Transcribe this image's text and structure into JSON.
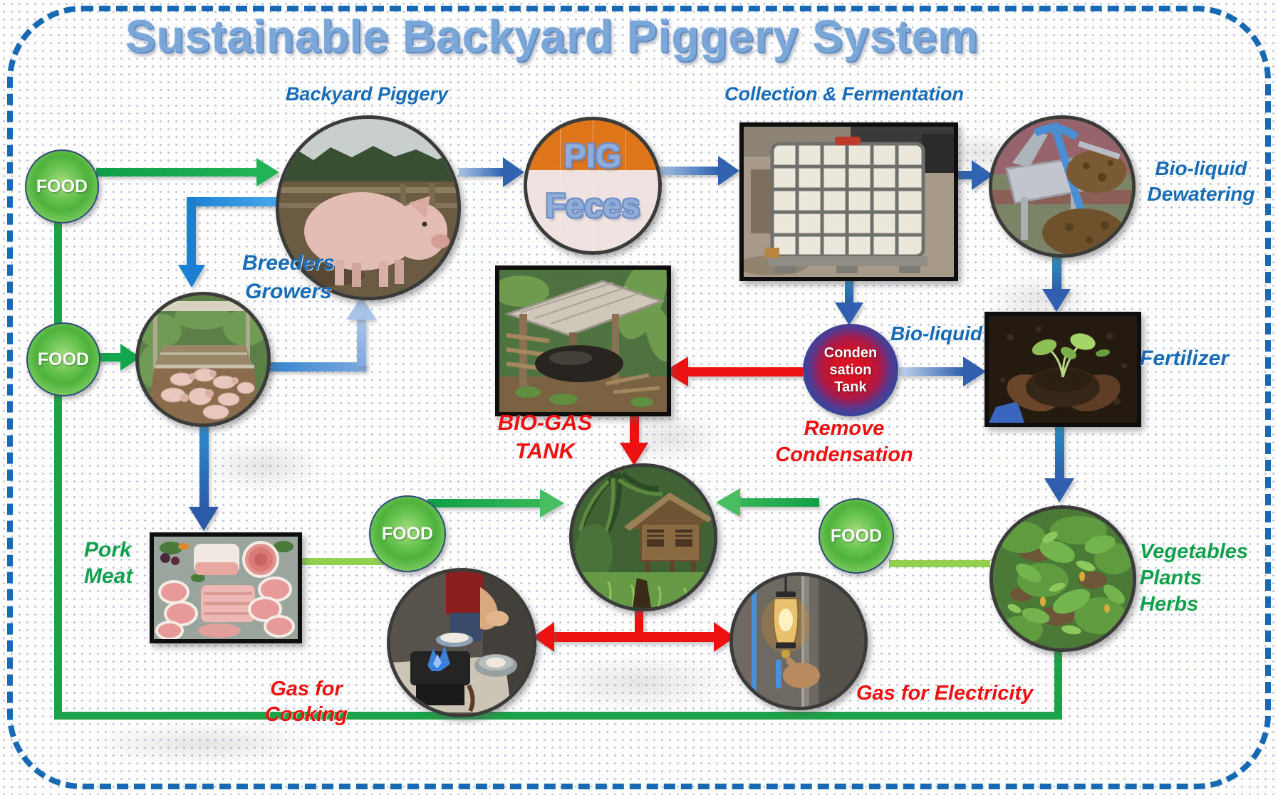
{
  "title": "Sustainable Backyard Piggery System",
  "food_label": "FOOD",
  "nodes": {
    "piggery": {
      "caption": "Backyard Piggery"
    },
    "pig_feces": {
      "word1": "PIG",
      "word2": "Feces"
    },
    "collection": {
      "caption": "Collection & Fermentation"
    },
    "dewatering": {
      "caption1": "Bio-liquid",
      "caption2": "Dewatering"
    },
    "breeders": {
      "caption1": "Breeders",
      "caption2": "Growers"
    },
    "biogas": {
      "caption1": "BIO-GAS",
      "caption2": "TANK"
    },
    "condensation": {
      "text1": "Conden",
      "text2": "sation",
      "text3": "Tank",
      "caption1": "Remove",
      "caption2": "Condensation"
    },
    "bioliquid": {
      "caption": "Bio-liquid"
    },
    "fertilizer": {
      "caption": "Fertilizer"
    },
    "pork": {
      "caption1": "Pork",
      "caption2": "Meat"
    },
    "cooking": {
      "caption": "Gas for Cooking"
    },
    "electricity": {
      "caption": "Gas for Electricity"
    },
    "vegetables": {
      "caption1": "Vegetables",
      "caption2": "Plants",
      "caption3": "Herbs"
    }
  },
  "colors": {
    "label_blue": "#176cb8",
    "label_red": "#ee1111",
    "label_green": "#13a04c",
    "arrow_green": "#14a64c",
    "arrow_light_green": "#92d050",
    "arrow_blue": "#2f63b0",
    "arrow_bright_blue": "#1b84d8",
    "arrow_pale_blue": "#85abdf",
    "arrow_red": "#ee1111",
    "border_dash_blue": "#1769b3",
    "title_blue": "#7ba6d8",
    "food_green": "#57bb49",
    "feces_orange": "#df7519"
  }
}
